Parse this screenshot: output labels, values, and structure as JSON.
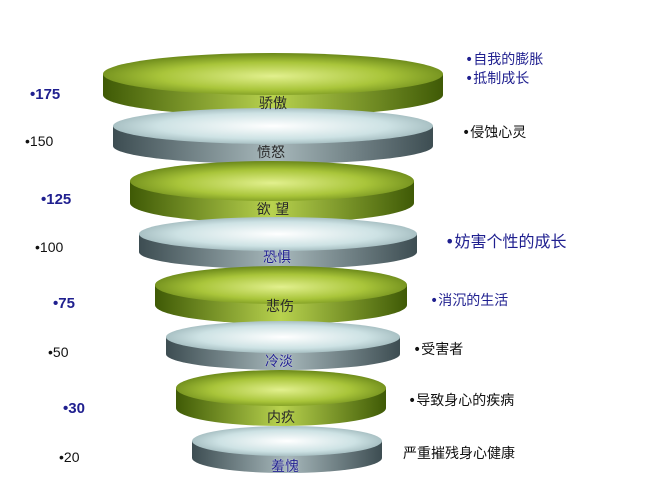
{
  "levels": [
    {
      "value": "•175",
      "emphasis": true
    },
    {
      "value": "•150",
      "emphasis": false
    },
    {
      "value": "•125",
      "emphasis": true
    },
    {
      "value": "•100",
      "emphasis": false
    },
    {
      "value": "•75",
      "emphasis": true
    },
    {
      "value": "•50",
      "emphasis": false
    },
    {
      "value": "•30",
      "emphasis": true
    },
    {
      "value": "•20",
      "emphasis": false
    }
  ],
  "tiers": [
    {
      "label": "骄傲",
      "kind": "green"
    },
    {
      "label": "愤怒",
      "kind": "gray"
    },
    {
      "label": "欲 望",
      "kind": "green"
    },
    {
      "label": "恐惧",
      "kind": "gray"
    },
    {
      "label": "悲伤",
      "kind": "green"
    },
    {
      "label": "冷淡",
      "kind": "gray"
    },
    {
      "label": "内疚",
      "kind": "green"
    },
    {
      "label": "羞愧",
      "kind": "gray"
    }
  ],
  "descriptions": [
    {
      "lines": [
        "•自我的膨胀",
        "•抵制成长"
      ]
    },
    {
      "lines": [
        "•侵蚀心灵"
      ]
    },
    {
      "lines": [
        "•妨害个性的成长"
      ]
    },
    {
      "lines": [
        "•消沉的生活"
      ]
    },
    {
      "lines": [
        "•受害者"
      ]
    },
    {
      "lines": [
        "•导致身心的疾病"
      ]
    },
    {
      "lines": [
        "严重摧残身心健康"
      ]
    }
  ],
  "colors": {
    "green_edge": "#4f6b0a",
    "green_center": "#c9e06a",
    "gray_edge": "#45575c",
    "gray_center": "#f2fbfb",
    "number_blue": "#1f1f8f"
  }
}
